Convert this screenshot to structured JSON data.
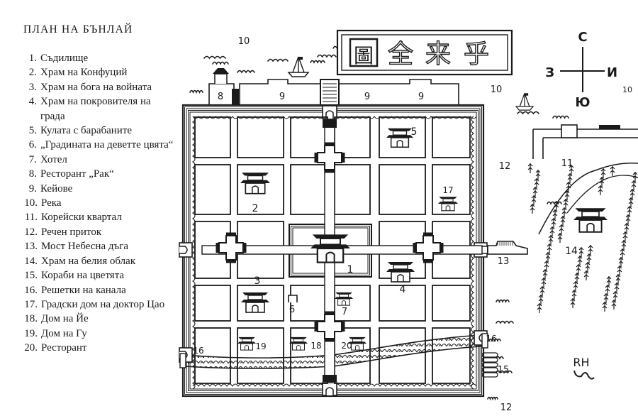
{
  "legend": {
    "title": "ПЛАН НА БЪНЛАЙ",
    "items": [
      {
        "num": "1.",
        "label": "Съдилище"
      },
      {
        "num": "2.",
        "label": "Храм на Конфуций"
      },
      {
        "num": "3.",
        "label": "Храм на бога на войната"
      },
      {
        "num": "4.",
        "label": "Храм на покровителя на града"
      },
      {
        "num": "5.",
        "label": "Кулата с барабаните"
      },
      {
        "num": "6.",
        "label": "„Градината на деветте цвята“"
      },
      {
        "num": "7.",
        "label": "Хотел"
      },
      {
        "num": "8.",
        "label": "Ресторант „Рак“"
      },
      {
        "num": "9.",
        "label": "Кейове"
      },
      {
        "num": "10.",
        "label": "Река"
      },
      {
        "num": "11.",
        "label": "Корейски квартал"
      },
      {
        "num": "12.",
        "label": "Речен приток"
      },
      {
        "num": "13.",
        "label": "Мост Небесна дъга"
      },
      {
        "num": "14.",
        "label": "Храм на белия облак"
      },
      {
        "num": "15.",
        "label": "Кораби на цветята"
      },
      {
        "num": "16.",
        "label": "Решетки на канала"
      },
      {
        "num": "17.",
        "label": "Градски дом на доктор Цао"
      },
      {
        "num": "18.",
        "label": "Дом на Йе"
      },
      {
        "num": "19.",
        "label": "Дом на Гу"
      },
      {
        "num": "20.",
        "label": "Ресторант"
      }
    ]
  },
  "map": {
    "plaque_chars": [
      "圖",
      "全",
      "来",
      "乎"
    ],
    "compass": {
      "north": "С",
      "south": "Ю",
      "west": "З",
      "east": "И"
    },
    "signature": [
      "RH",
      "ಲ"
    ],
    "labels": {
      "river_nw": "10",
      "river_n": "10",
      "river_ne": "10",
      "restaurant_crab": "8",
      "quay_1": "9",
      "quay_2": "9",
      "quay_3": "9",
      "courthouse": "1",
      "confucius_temple": "2",
      "war_god_temple": "3",
      "city_god_temple": "4",
      "drum_tower": "5",
      "garden": "6",
      "hotel": "7",
      "korean_quarter": "11",
      "tributary_north": "12",
      "tributary_south": "12",
      "rainbow_bridge": "13",
      "white_cloud_temple": "14",
      "flower_boats": "15",
      "canal_grate_west": "16",
      "canal_grate_east": "16",
      "dr_tsao_house": "17",
      "ye_house": "18",
      "gu_house": "19",
      "restaurant": "20"
    },
    "ink_color": "#1a1a1a",
    "paper_color": "#ffffff"
  }
}
